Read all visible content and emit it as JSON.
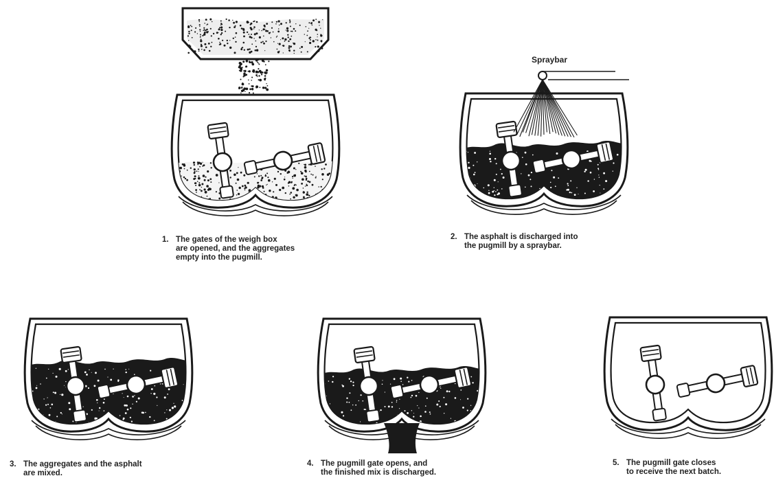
{
  "spraybar_label": "Spraybar",
  "steps": [
    {
      "number": "1.",
      "lines": [
        "The gates of the weigh box",
        "are opened, and the aggregates",
        "empty into the pugmill."
      ]
    },
    {
      "number": "2.",
      "lines": [
        "The asphalt is discharged into",
        "the pugmill by a spraybar."
      ]
    },
    {
      "number": "3.",
      "lines": [
        "The aggregates and the asphalt",
        "are mixed."
      ]
    },
    {
      "number": "4.",
      "lines": [
        "The pugmill gate opens, and",
        "the finished mix is discharged."
      ]
    },
    {
      "number": "5.",
      "lines": [
        "The pugmill gate closes",
        "to receive the next batch."
      ]
    }
  ],
  "colors": {
    "ink": "#1a1a1a",
    "paper": "#ffffff"
  }
}
